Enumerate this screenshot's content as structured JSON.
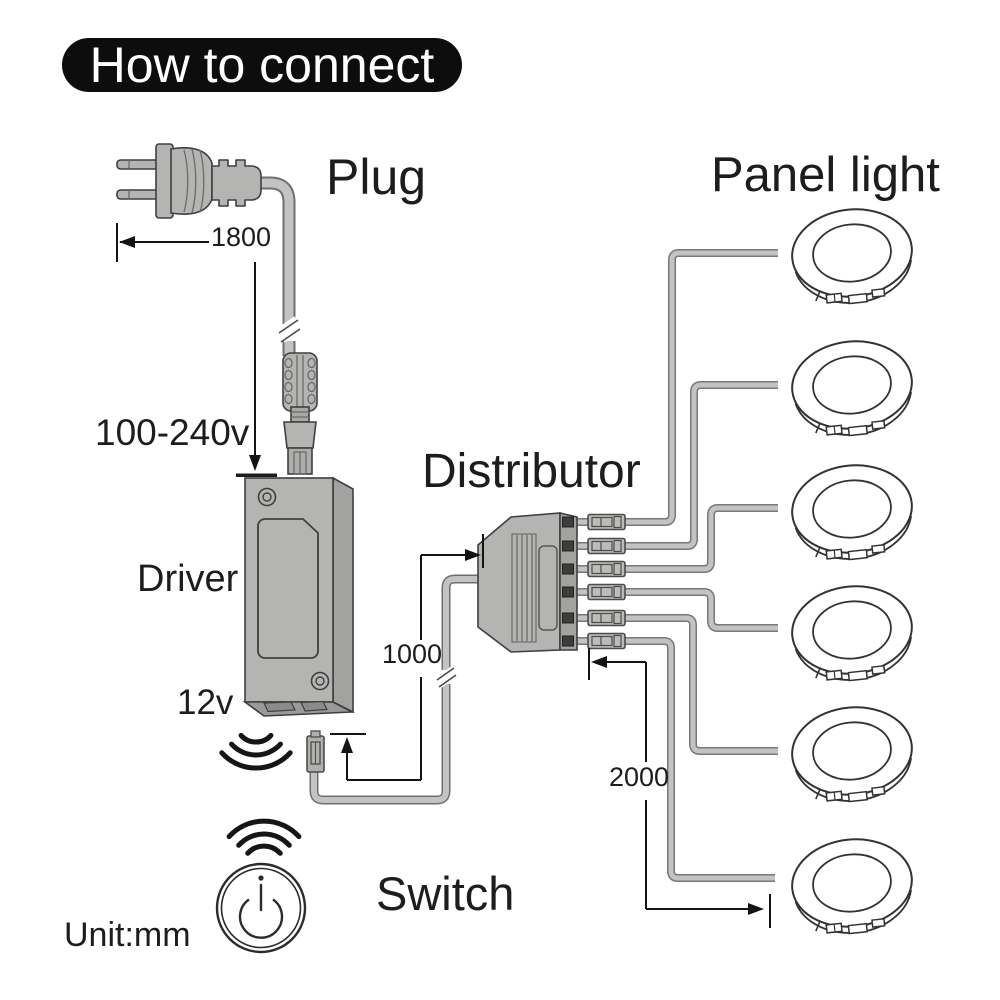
{
  "title": "How to connect",
  "labels": {
    "plug": "Plug",
    "panel_light": "Panel light",
    "distributor": "Distributor",
    "driver": "Driver",
    "switch": "Switch",
    "input_voltage": "100-240v",
    "output_voltage": "12v",
    "unit": "Unit:mm"
  },
  "dimensions_mm": {
    "plug_cable": "1800",
    "driver_to_distributor_cable": "1000",
    "distributor_to_light_cable": "2000"
  },
  "panel_light_count": 6,
  "distributor_output_count": 6,
  "icons": {
    "wireless": "wifi-waves-icon",
    "power": "power-icon"
  },
  "colors": {
    "badge_bg": "#0d0d0d",
    "badge_text": "#ffffff",
    "outline": "#3f3f3f",
    "component_fill": "#b4b4b2",
    "wire_fill": "#c3c3c1",
    "annotation": "#141414"
  }
}
